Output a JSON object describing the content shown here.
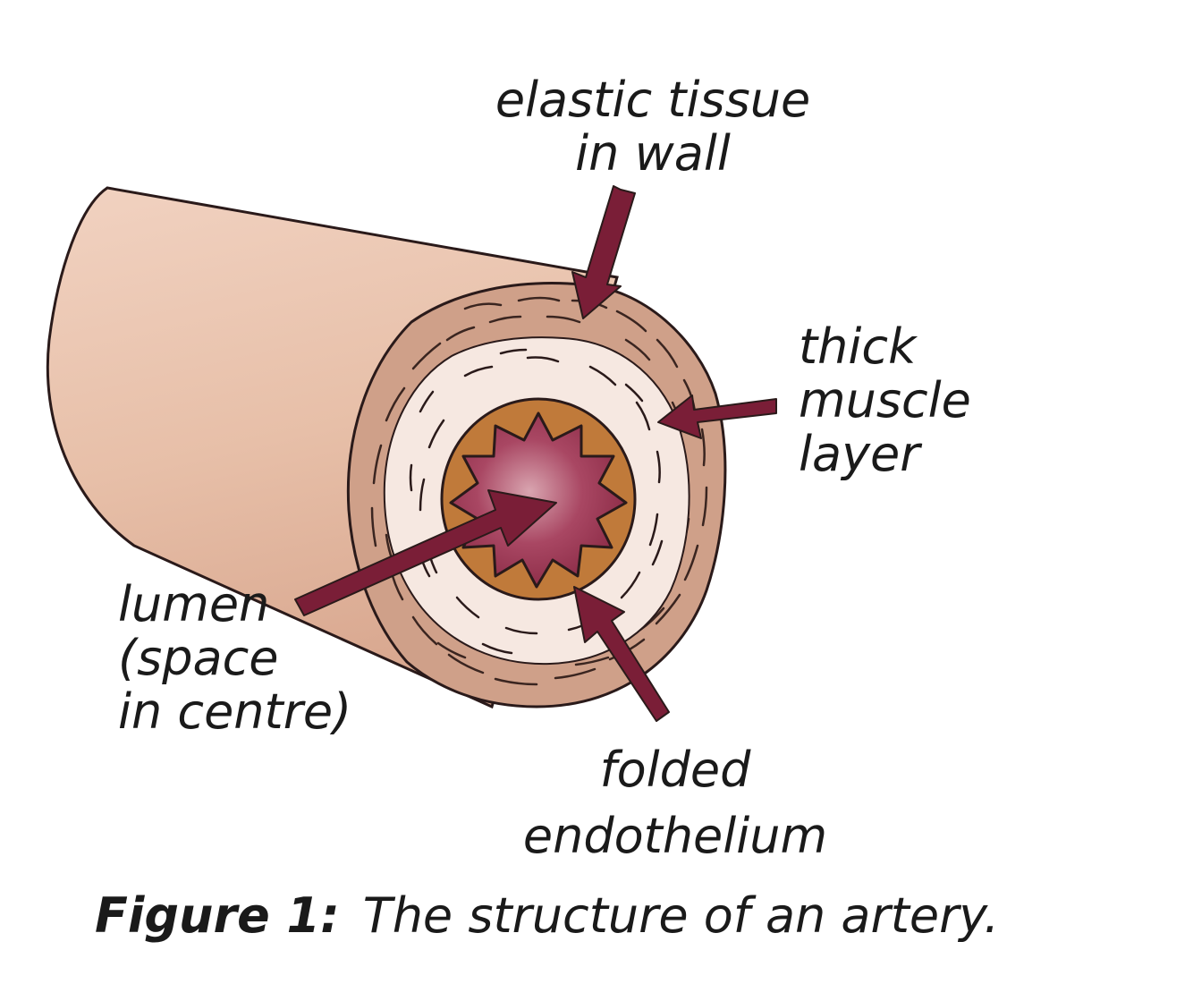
{
  "labels": {
    "elastic": [
      "elastic tissue",
      "in wall"
    ],
    "muscle": [
      "thick",
      "muscle",
      "layer"
    ],
    "lumen": [
      "lumen",
      "(space",
      "in centre)"
    ],
    "endothelium": [
      "folded",
      "endothelium"
    ]
  },
  "caption": {
    "figure": "Figure 1:",
    "text": "The structure of an artery."
  },
  "colors": {
    "outer_wall": "#e3b9a2",
    "elastic_layer": "#cfa089",
    "muscle_layer": "#f6e8e1",
    "endothelium": "#c07a3a",
    "lumen": "#9a3550",
    "arrow": "#7a1e37",
    "outline": "#2a1a1a"
  }
}
